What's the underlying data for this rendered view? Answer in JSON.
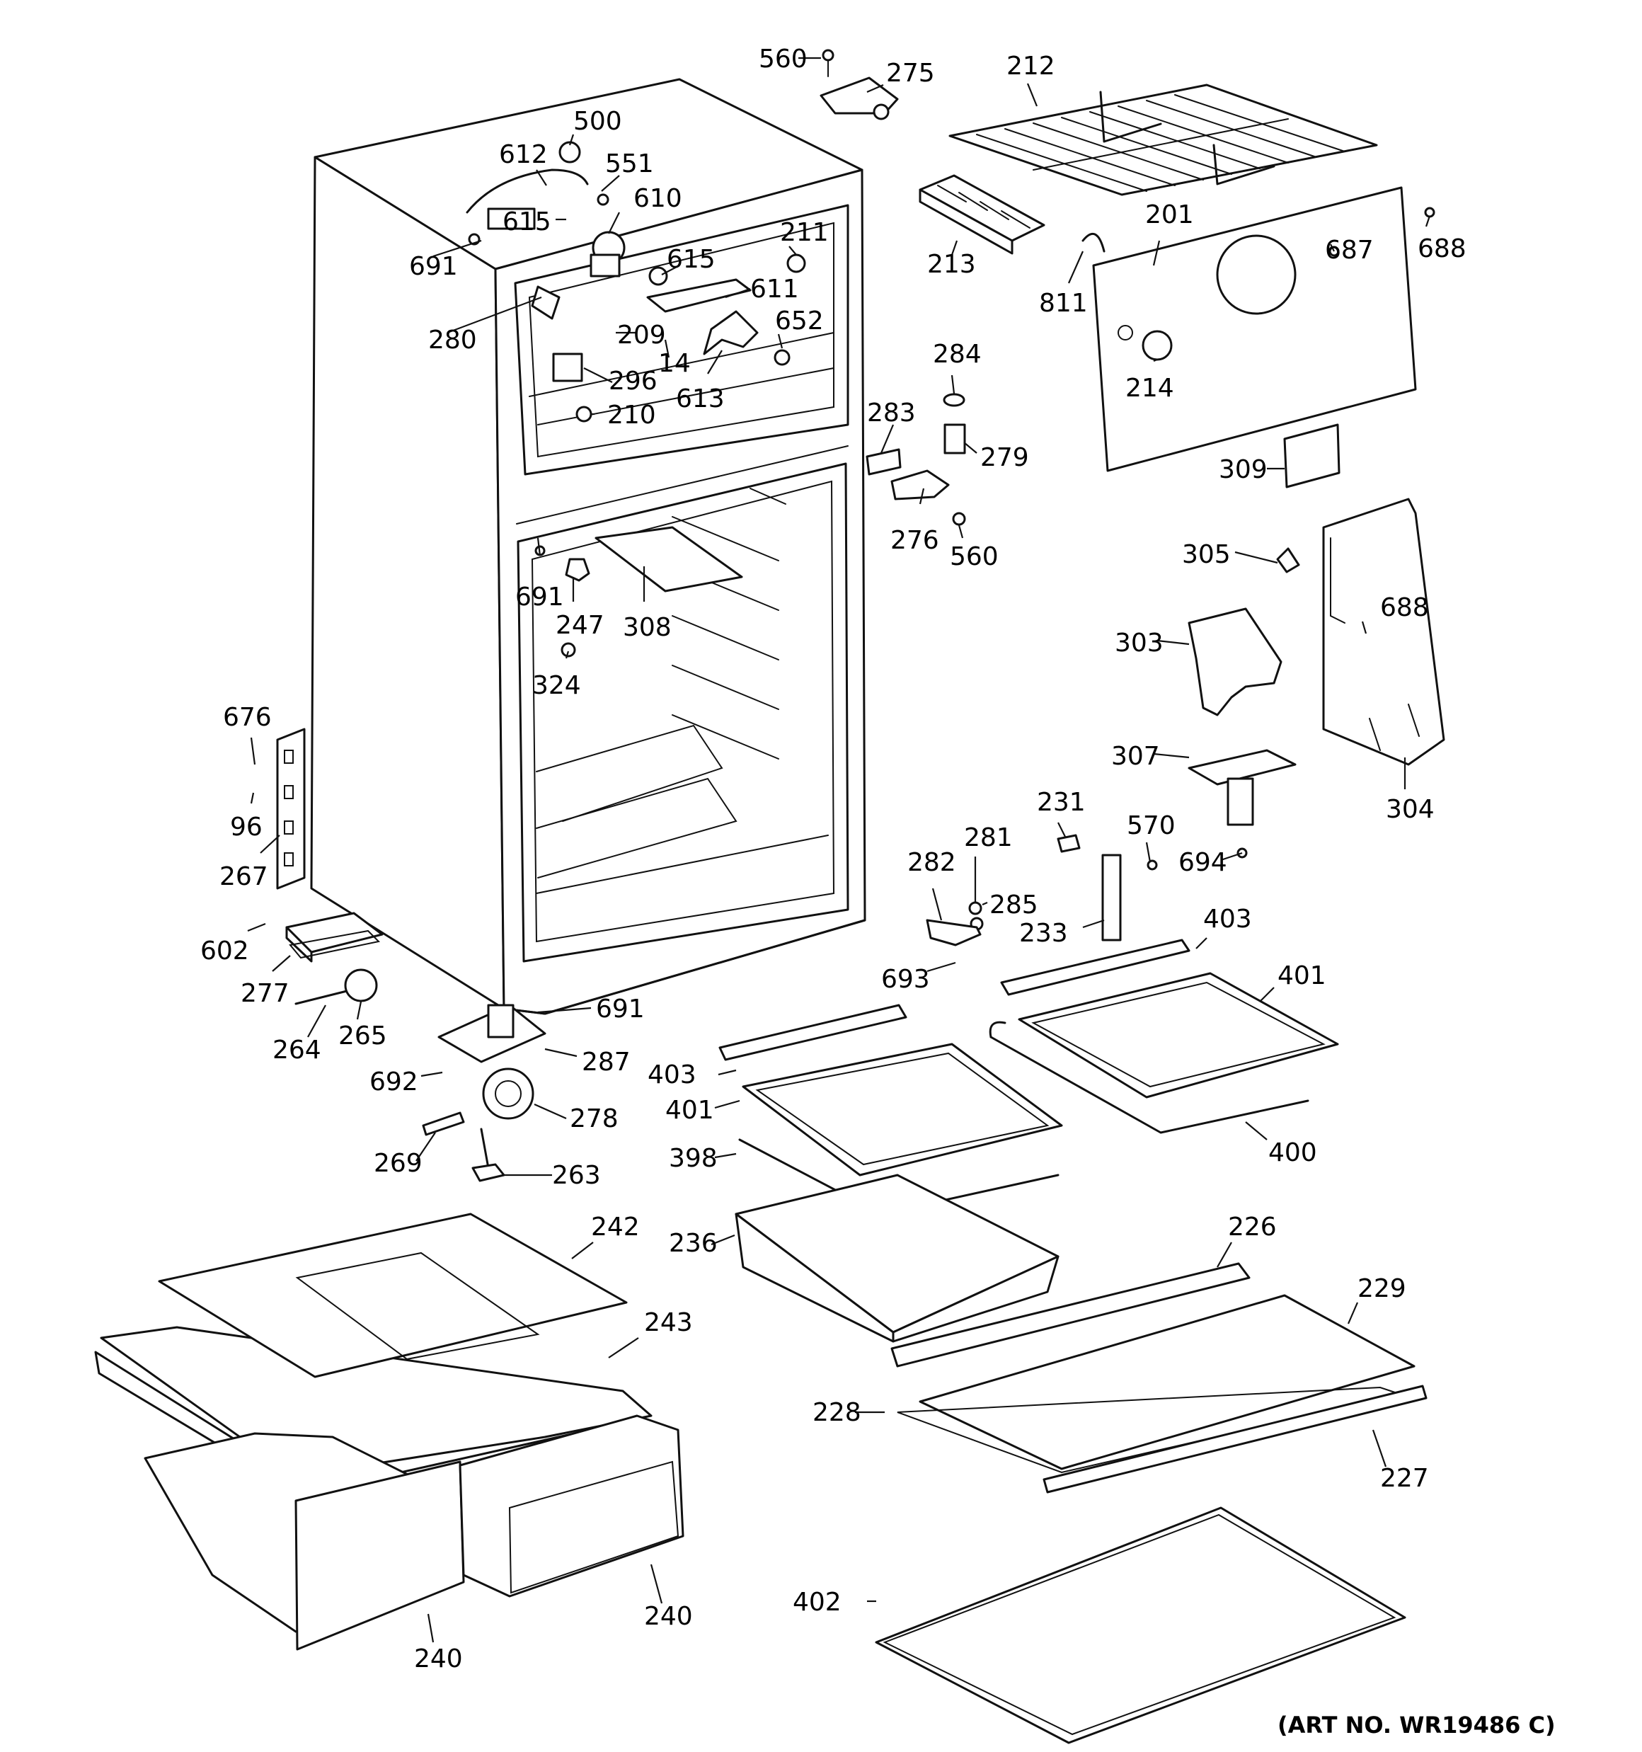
{
  "art_number": "(ART NO. WR19486 C)",
  "labels": {
    "p560a": "560",
    "p275": "275",
    "p212": "212",
    "p500": "500",
    "p612": "612",
    "p551": "551",
    "p610": "610",
    "p615a": "615",
    "p691a": "691",
    "p615b": "615",
    "p211": "211",
    "p611": "611",
    "p280": "280",
    "p209": "209",
    "p652": "652",
    "p14": "14",
    "p296": "296",
    "p613": "613",
    "p210": "210",
    "p213": "213",
    "p201": "201",
    "p687": "687",
    "p688a": "688",
    "p811": "811",
    "p214": "214",
    "p284": "284",
    "p283": "283",
    "p279": "279",
    "p309": "309",
    "p276": "276",
    "p560b": "560",
    "p305": "305",
    "p691b": "691",
    "p247": "247",
    "p308": "308",
    "p324": "324",
    "p303": "303",
    "p688b": "688",
    "p676": "676",
    "p96": "96",
    "p267": "267",
    "p307": "307",
    "p304": "304",
    "p231": "231",
    "p281": "281",
    "p570": "570",
    "p282": "282",
    "p694": "694",
    "p285": "285",
    "p233": "233",
    "p602": "602",
    "p403a": "403",
    "p693": "693",
    "p401a": "401",
    "p277": "277",
    "p691c": "691",
    "p264": "264",
    "p265": "265",
    "p287": "287",
    "p692": "692",
    "p403b": "403",
    "p401b": "401",
    "p278": "278",
    "p400": "400",
    "p269": "269",
    "p398": "398",
    "p263": "263",
    "p242": "242",
    "p236": "236",
    "p226": "226",
    "p243": "243",
    "p229": "229",
    "p228": "228",
    "p227": "227",
    "p240a": "240",
    "p402": "402",
    "p240b": "240"
  }
}
